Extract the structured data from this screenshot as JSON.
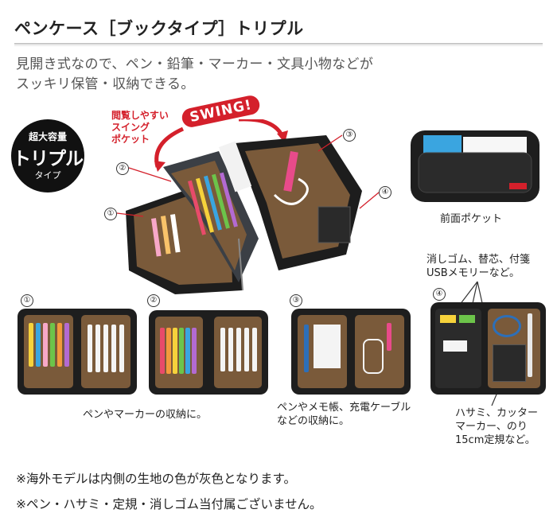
{
  "header": {
    "title": "ペンケース［ブックタイプ］トリプル"
  },
  "description": {
    "line1": "見開き式なので、ペン・鉛筆・マーカー・文具小物などが",
    "line2": "スッキリ保管・収納できる。"
  },
  "badge": {
    "line1": "超大容量",
    "line2": "トリプル",
    "line3": "タイプ"
  },
  "hero": {
    "note_line1": "閲覧しやすい",
    "note_line2": "スイング",
    "note_line3": "ポケット",
    "swing_label": "SWING!"
  },
  "markers": {
    "m1": "①",
    "m2": "②",
    "m3": "③",
    "m4": "④"
  },
  "front_pocket": {
    "label": "前面ポケット"
  },
  "compartments": {
    "c1": {
      "num": "①"
    },
    "c2": {
      "num": "②"
    },
    "c12_caption": "ペンやマーカーの収納に。",
    "c3": {
      "num": "③",
      "caption_line1": "ペンやメモ帳、充電ケーブル",
      "caption_line2": "などの収納に。"
    },
    "c4": {
      "num": "④",
      "top_line1": "消しゴム、替芯、付箋",
      "top_line2": "USBメモリーなど。",
      "bottom_line1": "ハサミ、カッター",
      "bottom_line2": "マーカー、のり",
      "bottom_line3": "15cm定規など。"
    }
  },
  "notes": {
    "note1": "※海外モデルは内側の生地の色が灰色となります。",
    "note2": "※ペン・ハサミ・定規・消しゴム当付属ございません。"
  },
  "colors": {
    "accent_red": "#d4202b",
    "case_black": "#1e1e1e",
    "lining_brown": "#7a5a3a"
  }
}
